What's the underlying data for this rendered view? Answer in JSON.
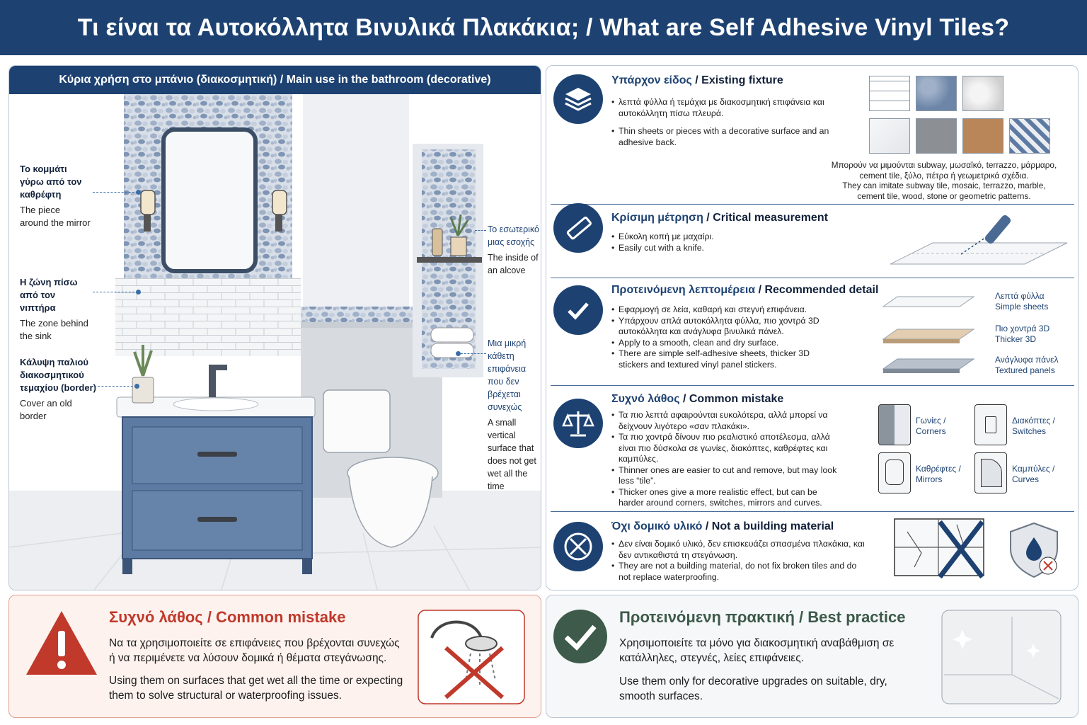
{
  "header": {
    "title": "Τι είναι τα Αυτοκόλλητα Βινυλικά Πλακάκια; / What are Self Adhesive Vinyl Tiles?"
  },
  "left": {
    "title": "Κύρια χρήση στο μπάνιο (διακοσμητική) / Main use in the bathroom (decorative)",
    "callouts": [
      {
        "gr": "Το κομμάτι γύρω από τον καθρέφτη",
        "en": "The piece around the mirror"
      },
      {
        "gr": "Η ζώνη πίσω από τον νιπτήρα",
        "en": "The zone behind the sink"
      },
      {
        "gr": "Κάλυψη παλιού διακοσμητικού τεμαχίου (border)",
        "en": "Cover an old border"
      },
      {
        "gr": "Το εσωτερικό μιας εσοχής",
        "en": "The inside of an alcove"
      },
      {
        "gr": "Μια μικρή κάθετη επιφάνεια που δεν βρέχεται συνεχώς",
        "en": "A small vertical surface that does not get wet all the time"
      }
    ]
  },
  "rows": [
    {
      "title_gr": "Υπάρχον είδος",
      "title_en": "Existing fixture",
      "icon": "layers-icon",
      "bullets": [
        "λεπτά φύλλα ή τεμάχια με διακοσμητική επιφάνεια και αυτοκόλλητη πίσω πλευρά.",
        "Thin sheets or pieces with a decorative surface and an adhesive back."
      ],
      "caption_gr": "Μπορούν να μιμούνται subway, μωσαϊκό, terrazzo, μάρμαρο, cement tile, ξύλο, πέτρα ή γεωμετρικά σχέδια.",
      "caption_en": "They can imitate subway tile, mosaic, terrazzo, marble, cement tile, wood, stone or geometric patterns."
    },
    {
      "title_gr": "Κρίσιμη μέτρηση",
      "title_en": "Critical measurement",
      "icon": "ruler-icon",
      "bullets": [
        "Εύκολη κοπή με μαχαίρι.",
        "Easily cut with a knife."
      ]
    },
    {
      "title_gr": "Προτεινόμενη λεπτομέρεια",
      "title_en": "Recommended detail",
      "icon": "check-icon",
      "bullets": [
        "Εφαρμογή σε λεία, καθαρή και στεγνή επιφάνεια.",
        "Υπάρχουν απλά αυτοκόλλητα φύλλα, πιο χοντρά 3D αυτοκόλλητα και ανάγλυφα βινυλικά πάνελ.",
        "Apply to a smooth, clean and dry surface.",
        "There are simple self-adhesive sheets, thicker 3D stickers and textured vinyl panel stickers."
      ],
      "types": [
        {
          "gr": "Λεπτά φύλλα",
          "en": "Simple sheets"
        },
        {
          "gr": "Πιο χοντρά 3D",
          "en": "Thicker 3D"
        },
        {
          "gr": "Ανάγλυφα πάνελ",
          "en": "Textured panels"
        }
      ]
    },
    {
      "title_gr": "Συχνό λάθος",
      "title_en": "Common mistake",
      "icon": "scale-icon",
      "bullets": [
        "Τα πιο λεπτά αφαιρούνται ευκολότερα, αλλά μπορεί να δείχνουν λιγότερο «σαν πλακάκι».",
        "Τα πιο χοντρά δίνουν πιο ρεαλιστικό αποτέλεσμα, αλλά είναι πιο δύσκολα σε γωνίες, διακόπτες, καθρέφτες και καμπύλες.",
        "Thinner ones are easier to cut and remove, but may look less “tile”.",
        "Thicker ones give a more realistic effect, but can be harder around corners, switches, mirrors and curves."
      ],
      "spots": [
        {
          "gr": "Γωνίες /",
          "en": "Corners"
        },
        {
          "gr": "Διακόπτες /",
          "en": "Switches"
        },
        {
          "gr": "Καθρέφτες /",
          "en": "Mirrors"
        },
        {
          "gr": "Καμπύλες /",
          "en": "Curves"
        }
      ]
    },
    {
      "title_gr": "Όχι δομικό υλικό",
      "title_en": "Not a building material",
      "icon": "x-circle-icon",
      "bullets": [
        "Δεν είναι δομικό υλικό, δεν επισκευάζει σπασμένα πλακάκια, και δεν αντικαθιστά τη στεγάνωση.",
        "They are not a building material, do not fix broken tiles and do not replace waterproofing."
      ]
    }
  ],
  "mistake": {
    "title": "Συχνό λάθος / Common mistake",
    "text_gr": "Να τα χρησιμοποιείτε σε επιφάνειες που βρέχονται συνεχώς ή να περιμένετε να λύσουν δομικά ή θέματα στεγάνωσης.",
    "text_en": "Using them on surfaces that get wet all the time or expecting them to solve structural or waterproofing issues.",
    "color": "#c0392b"
  },
  "best": {
    "title": "Προτεινόμενη πρακτική / Best practice",
    "text_gr": "Χρησιμοποιείτε τα μόνο για διακοσμητική αναβάθμιση σε κατάλληλες, στεγνές, λείες επιφάνειες.",
    "text_en": "Use them only for decorative upgrades on suitable, dry, smooth surfaces.",
    "color": "#3d5a4a"
  }
}
